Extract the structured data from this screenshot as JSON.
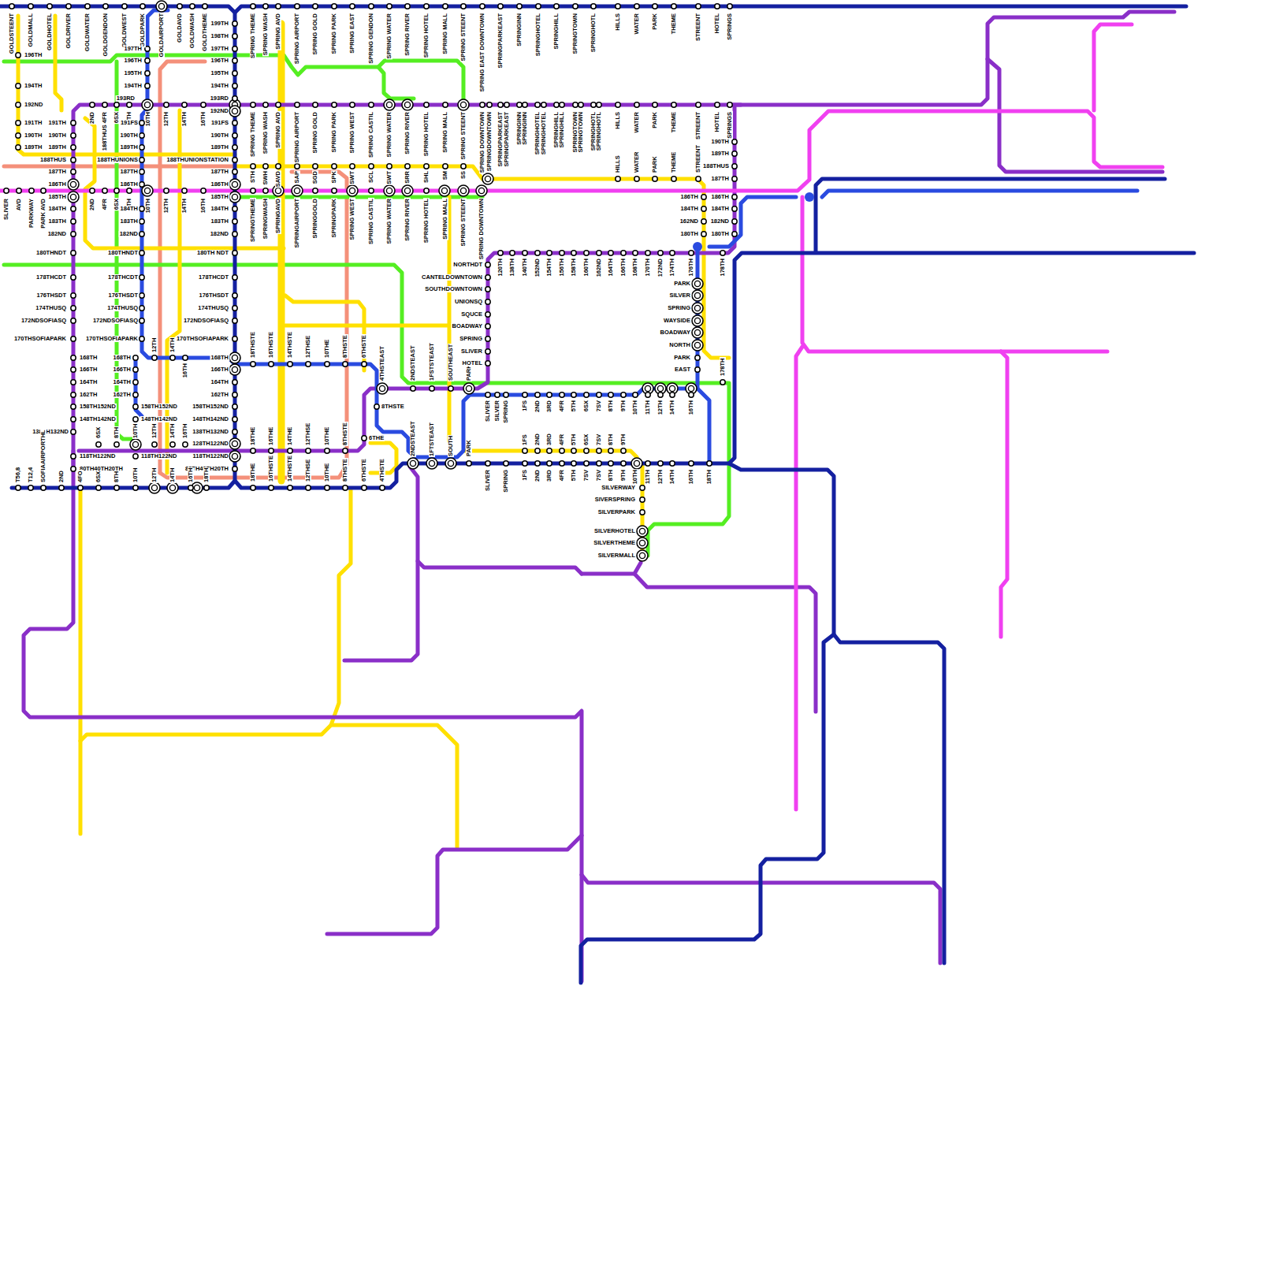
{
  "diagram": {
    "labels": [
      "GOLDSTEENT",
      "GOLDMALL",
      "GOLDHOTEL",
      "GOLDRIVER",
      "GOLDWATER",
      "GOLDGENDON",
      "GOLDWEST",
      "GOLDPARK",
      "GOLDAIRPORT",
      "GOLDAVD",
      "GOLDWASH",
      "GOLDTHEME",
      "SPRING THEME",
      "SPRING WASH",
      "SPRING AVD",
      "SPRING AIRPORT",
      "SPRING GOLD",
      "SPRING PARK",
      "SPRING EAST",
      "SPRING GENDON",
      "SPRING WATER",
      "SPRING RIVER",
      "SPRING HOTEL",
      "SPRING MALL",
      "SPRING STEENT",
      "SPRING EAST DOWNTOWN",
      "SPRINGPARKEAST",
      "SPRINGINN",
      "SPRINGHOTEL",
      "SPRINGHILL",
      "SPRINGTOWN",
      "SPRINGHOTL",
      "HILLS",
      "WATER",
      "PARK",
      "THEME",
      "STREENT",
      "HOTEL",
      "SPRINGS",
      "2ND",
      "188THUS 4FR",
      "6SX",
      "8TH",
      "10TH",
      "12TH",
      "14TH",
      "16TH",
      "SPRING THEME",
      "SPRING WASH",
      "SPRING AVD",
      "SPRING AIRPORT",
      "SPRING GOLD",
      "SPRING PARK",
      "SPRING WEST",
      "SPRING CASTIL",
      "SPRING WATER",
      "SPRING RIVER",
      "SPRING HOTEL",
      "SPRING MALL",
      "SPRING STEENT",
      "SPRING DOWNTOWN",
      "SPRINGDOWNTOWN",
      "SPRINGPARKEAST",
      "SPRINGPARKEAST",
      "SPRINGINN",
      "SPRINGINN",
      "SPRINGHOTEL",
      "SPRINGHOTEL",
      "SPRINGHILL",
      "SPRINGHILL",
      "SPRINGTOWN",
      "SPRINGTOWN",
      "SPRINGHOTL",
      "SPRINGHOTL",
      "HILLS",
      "WATER",
      "PARK",
      "THEME",
      "STREENT",
      "HOTEL",
      "SPRINGS",
      "HILLS",
      "WATER",
      "PARK",
      "THEME",
      "STREENT",
      "STH",
      "SWH",
      "SAVD",
      "SAP",
      "SGD",
      "SPK",
      "SWT",
      "SCL",
      "SWT",
      "SRR",
      "SHL",
      "SM",
      "SS",
      "SLIVER",
      "AVD",
      "PARKWAY",
      "PARK AVD",
      "2ND",
      "4FR",
      "6SX",
      "8TH",
      "10TH",
      "12TH",
      "14TH",
      "16TH",
      "SPRINGTHEME",
      "SPRINGWASH",
      "SPRINGAVD",
      "SPRINGAIRPORT",
      "SPRINGGOLD",
      "SPRINGPARK",
      "SPRING WEST",
      "SPRING CASTIL",
      "SPRING WATER",
      "SPRING RIVER",
      "SPRING HOTEL",
      "SPRING MALL",
      "SPRING STEENT",
      "SPRING DOWNTOWN",
      "191TH",
      "190TH",
      "189TH",
      "188THUS",
      "187TH",
      "186TH",
      "185TH",
      "184TH",
      "183TH",
      "182ND",
      "180THNDT",
      "178THCDT",
      "176THSDT",
      "174THUSQ",
      "172NDSOFIASQ",
      "170THSOFIAPARK",
      "168TH",
      "166TH",
      "164TH",
      "162TH",
      "158TH152ND",
      "148TH142ND",
      "118TH122ND",
      "80TH40TH20TH",
      "138TH132ND",
      "196TH",
      "194TH",
      "192ND",
      "191TH",
      "190TH",
      "189TH",
      "197TH",
      "196TH",
      "195TH",
      "194TH",
      "193RD",
      "191FS",
      "190TH",
      "189TH",
      "188THUNIONS",
      "187TH",
      "186TH",
      "184TH",
      "183TH",
      "182ND",
      "180THNDT",
      "178THCDT",
      "176THSDT",
      "174THUSQ",
      "172NDSOFIASQ",
      "170THSOFIAPARK",
      "168TH",
      "166TH",
      "164TH",
      "162TH",
      "158TH152ND",
      "148TH142ND",
      "118TH122ND",
      "199TH",
      "198TH",
      "197TH",
      "196TH",
      "195TH",
      "194TH",
      "193RD",
      "192ND",
      "191FS",
      "190TH",
      "189TH",
      "188THUNIONSTATION",
      "187TH",
      "186TH",
      "185TH",
      "184TH",
      "183TH",
      "182ND",
      "180TH NDT",
      "178THCDT",
      "176THSDT",
      "174THUSQ",
      "172NDSOFIASQ",
      "170THSOFIAPARK",
      "168TH",
      "166TH",
      "164TH",
      "162TH",
      "158TH152ND",
      "148TH142ND",
      "138TH132ND",
      "128TH122ND",
      "118TH122ND",
      "80TH40TH20TH",
      "12TH",
      "14TH",
      "16TH",
      "6SX",
      "8TH",
      "10TH",
      "12TH",
      "14TH",
      "16TH",
      "T56,8",
      "T12,4",
      "SOFIAAIRPORTHL",
      "2ND",
      "4FO",
      "6SX",
      "8TH",
      "10TH",
      "12TH",
      "14TH",
      "16TH",
      "18TH",
      "18THSTE",
      "16THSTE",
      "14THSTE",
      "12THSE",
      "10THE",
      "8THSTE",
      "6THSTE",
      "4THSTEAST",
      "2NDSTEAST",
      "1FSTSTEAST",
      "SOUTHEAST",
      "PARK",
      "8THSTE",
      "6THE",
      "18THE",
      "16THE",
      "14THE",
      "12THSE",
      "10THE",
      "8THSTE",
      "18THE",
      "16THSTE",
      "14THSTE",
      "12THSE",
      "10THE",
      "8THSTE",
      "6THSTE",
      "4THSTE",
      "2NDSTEAST",
      "1FTSTEAST",
      "SOUTH",
      "PARK",
      "NORTHDT",
      "CANTELDOWNTOWN",
      "SOUTHDOWNTOWN",
      "UNIONSQ",
      "SQUCE",
      "BOADWAY",
      "SPRING",
      "SLIVER",
      "HOTEL",
      "120TH",
      "138TH",
      "140TH",
      "152ND",
      "154TH",
      "156TH",
      "158TH",
      "160TH",
      "162ND",
      "164TH",
      "166TH",
      "168TH",
      "170TH",
      "172ND",
      "174TH",
      "176TH",
      "178TH",
      "PARK",
      "SILVER",
      "SPRING",
      "WAYSIDE",
      "BOADWAY",
      "NORTH",
      "PARK",
      "EAST",
      "186TH",
      "184TH",
      "162ND",
      "180TH",
      "190TH",
      "189TH",
      "188THUS",
      "187TH",
      "186TH",
      "184TH",
      "182ND",
      "180TH",
      "178TH",
      "SLIVER",
      "SILVER",
      "SPRING",
      "1FS",
      "2ND",
      "3RD",
      "4FR",
      "5TH",
      "6SX",
      "7SV",
      "8TH",
      "9TH",
      "10TH",
      "11TH",
      "12TH",
      "14TH",
      "16TH",
      "1FS",
      "2ND",
      "3RD",
      "4FR",
      "5TH",
      "6SX",
      "7SV",
      "8TH",
      "9TH",
      "SLIVER",
      "SPRING",
      "1FS",
      "2ND",
      "3RD",
      "4FR",
      "5TH",
      "7SV",
      "7SV",
      "8TH",
      "9TH",
      "10TH",
      "11TH",
      "12TH",
      "14TH",
      "16TH",
      "18TH",
      "SILVERWAY",
      "SIVERSPRING",
      "SILVERPARK",
      "SILVERHOTEL",
      "SILVERTHEME",
      "SILVERMALL"
    ]
  }
}
